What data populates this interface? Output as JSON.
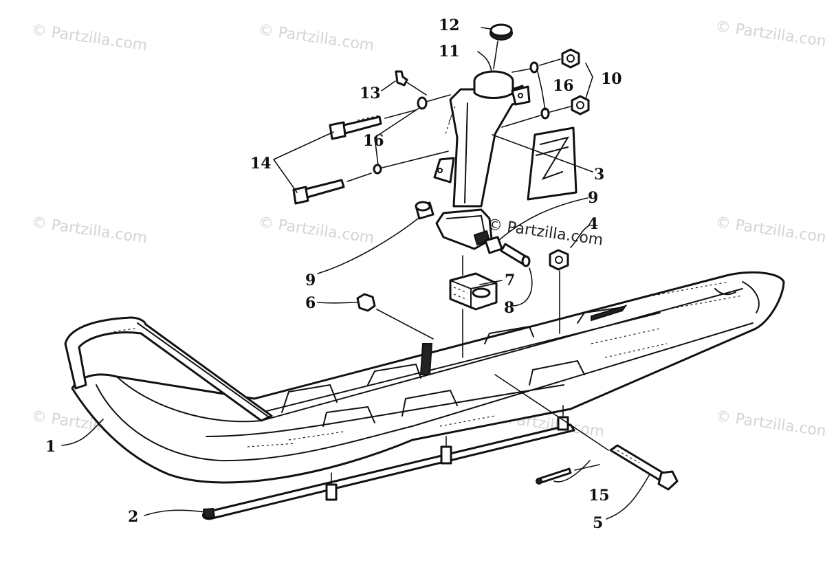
{
  "watermark": {
    "text": "© Partzilla.com"
  },
  "callouts": [
    {
      "id": "c1",
      "label": "1"
    },
    {
      "id": "c2",
      "label": "2"
    },
    {
      "id": "c3",
      "label": "3"
    },
    {
      "id": "c4",
      "label": "4"
    },
    {
      "id": "c5",
      "label": "5"
    },
    {
      "id": "c6",
      "label": "6"
    },
    {
      "id": "c7",
      "label": "7"
    },
    {
      "id": "c8",
      "label": "8"
    },
    {
      "id": "c9a",
      "label": "9"
    },
    {
      "id": "c9b",
      "label": "9"
    },
    {
      "id": "c10",
      "label": "10"
    },
    {
      "id": "c11",
      "label": "11"
    },
    {
      "id": "c12",
      "label": "12"
    },
    {
      "id": "c13",
      "label": "13"
    },
    {
      "id": "c14",
      "label": "14"
    },
    {
      "id": "c15",
      "label": "15"
    },
    {
      "id": "c16a",
      "label": "16"
    },
    {
      "id": "c16b",
      "label": "16"
    }
  ],
  "colors": {
    "line": "#111111",
    "watermark": "#d4d4d4",
    "background": "#ffffff"
  }
}
